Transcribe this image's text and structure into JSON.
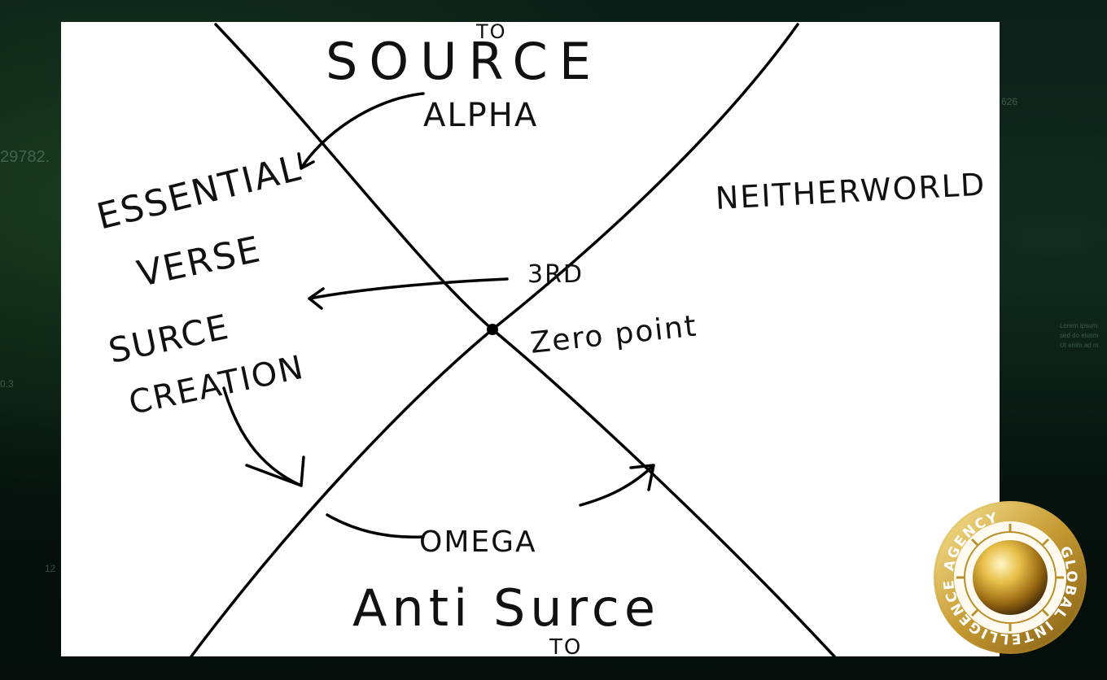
{
  "background": {
    "texts": [
      "29782.",
      "626",
      "0.3",
      "12",
      "Lorem ipsum",
      "sed do eiusm",
      "Ut enim ad m"
    ]
  },
  "whiteboard": {
    "title_top": "Source",
    "title_top_superscript": "to",
    "labels": {
      "alpha": "Alpha",
      "essential_verse_line1": "Essential",
      "essential_verse_line2": "Verse",
      "source_creation_line1": "Surce",
      "source_creation_line2": "Creation",
      "third": "3rd",
      "zero_point": "Zero point",
      "neither_world": "Neitherworld",
      "omega": "Omega",
      "anti_source": "Anti Surce",
      "anti_source_subscript": "to"
    }
  },
  "logo": {
    "text": "GLOBAL INTELLIGENCE AGENCY",
    "colors": {
      "gold": "#d9b24a",
      "dark": "#6a4a10"
    }
  }
}
